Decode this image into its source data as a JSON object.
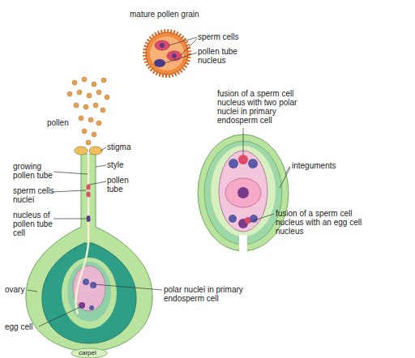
{
  "diagram": {
    "labels": [
      "mature pollen grain",
      "sperm cells",
      "pollen tube nucleus",
      "pollen",
      "stigma",
      "growing pollen tube",
      "style",
      "sperm cells nuclei",
      "pollen tube",
      "nucleus of pollen tube cell",
      "ovary",
      "egg cell",
      "polar nuclei in primary endosperm cell",
      "carpel",
      "fusion of a sperm cell nucleus with two polar nuclei in primary endosperm cell",
      "integuments",
      "fusion of a sperm cell nucleus with an egg cell nucleus"
    ]
  }
}
